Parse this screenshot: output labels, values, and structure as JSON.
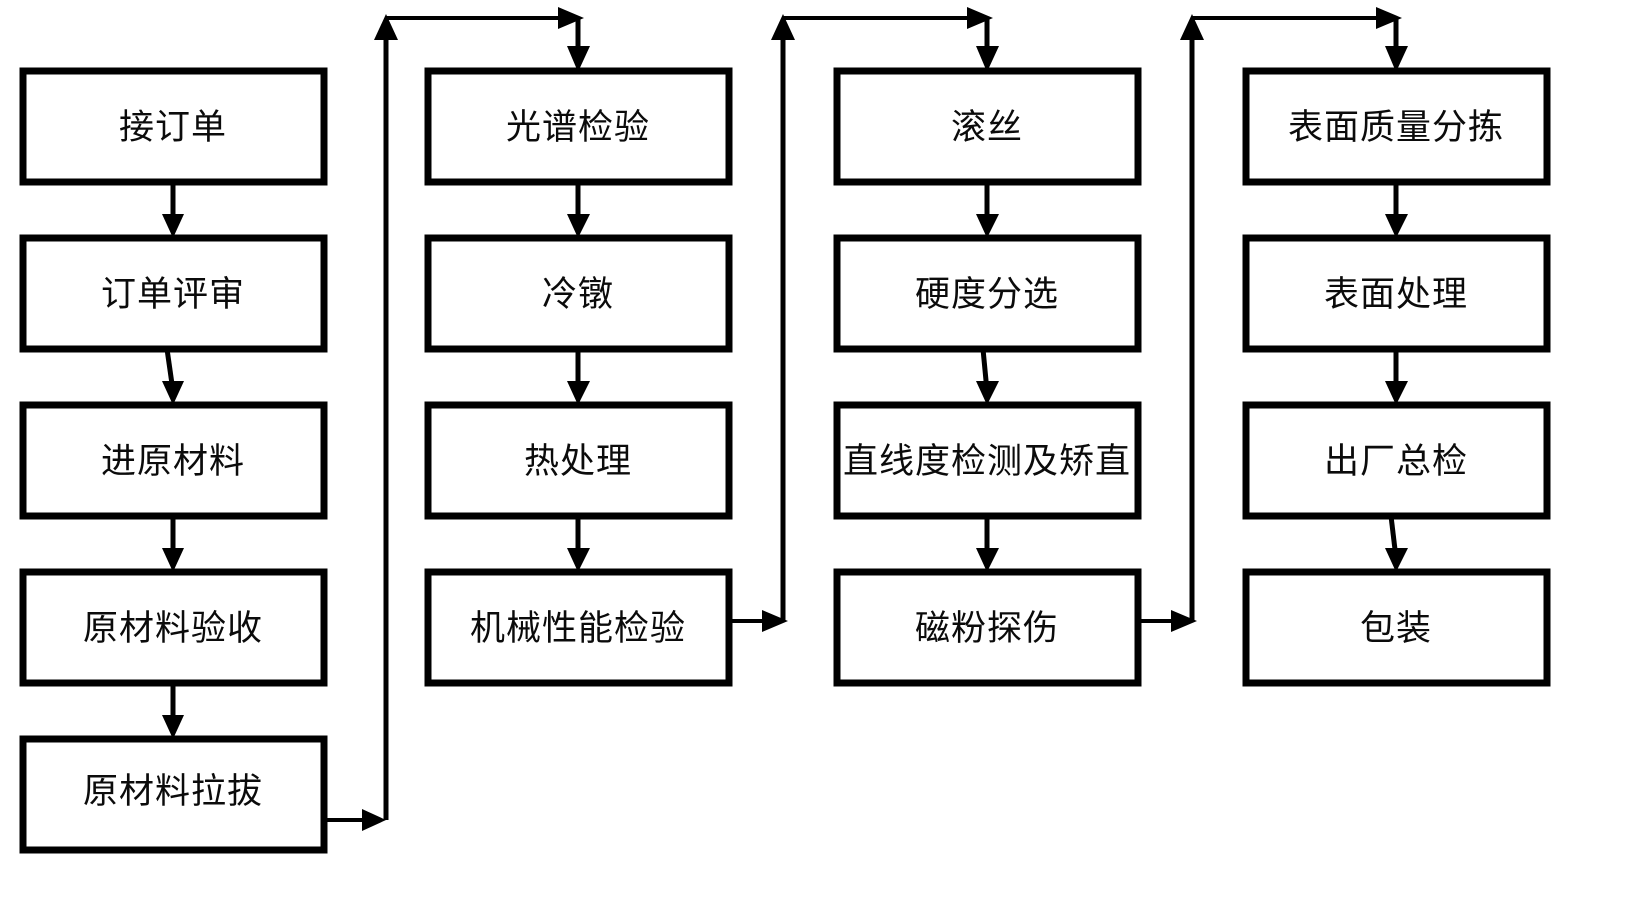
{
  "diagram": {
    "title": "",
    "type": "process-flowchart",
    "orientation": "column-wise snake flow",
    "background_color": "#ffffff",
    "stroke_color": "#000000",
    "text_color": "#0b0b0b",
    "columns": [
      {
        "id": "column-1",
        "nodes": [
          {
            "id": "n1",
            "label": "接订单"
          },
          {
            "id": "n2",
            "label": "订单评审"
          },
          {
            "id": "n3",
            "label": "进原材料"
          },
          {
            "id": "n4",
            "label": "原材料验收"
          },
          {
            "id": "n5",
            "label": "原材料拉拔"
          }
        ]
      },
      {
        "id": "column-2",
        "nodes": [
          {
            "id": "n6",
            "label": "光谱检验"
          },
          {
            "id": "n7",
            "label": "冷镦"
          },
          {
            "id": "n8",
            "label": "热处理"
          },
          {
            "id": "n9",
            "label": "机械性能检验"
          }
        ]
      },
      {
        "id": "column-3",
        "nodes": [
          {
            "id": "n10",
            "label": "滚丝"
          },
          {
            "id": "n11",
            "label": "硬度分选"
          },
          {
            "id": "n12",
            "label": "直线度检测及矫直"
          },
          {
            "id": "n13",
            "label": "磁粉探伤"
          }
        ]
      },
      {
        "id": "column-4",
        "nodes": [
          {
            "id": "n14",
            "label": "表面质量分拣"
          },
          {
            "id": "n15",
            "label": "表面处理"
          },
          {
            "id": "n16",
            "label": "出厂总检"
          },
          {
            "id": "n17",
            "label": "包装"
          }
        ]
      }
    ],
    "edges": [
      {
        "from": "n1",
        "to": "n2",
        "kind": "vertical"
      },
      {
        "from": "n2",
        "to": "n3",
        "kind": "vertical"
      },
      {
        "from": "n3",
        "to": "n4",
        "kind": "vertical"
      },
      {
        "from": "n4",
        "to": "n5",
        "kind": "vertical"
      },
      {
        "from": "n5",
        "to": "n6",
        "kind": "wrap-right-up-over"
      },
      {
        "from": "n6",
        "to": "n7",
        "kind": "vertical"
      },
      {
        "from": "n7",
        "to": "n8",
        "kind": "vertical"
      },
      {
        "from": "n8",
        "to": "n9",
        "kind": "vertical"
      },
      {
        "from": "n9",
        "to": "n10",
        "kind": "wrap-right-up-over"
      },
      {
        "from": "n10",
        "to": "n11",
        "kind": "vertical"
      },
      {
        "from": "n11",
        "to": "n12",
        "kind": "vertical"
      },
      {
        "from": "n12",
        "to": "n13",
        "kind": "vertical"
      },
      {
        "from": "n13",
        "to": "n14",
        "kind": "wrap-right-up-over"
      },
      {
        "from": "n14",
        "to": "n15",
        "kind": "vertical"
      },
      {
        "from": "n15",
        "to": "n16",
        "kind": "vertical"
      },
      {
        "from": "n16",
        "to": "n17",
        "kind": "vertical"
      }
    ]
  }
}
